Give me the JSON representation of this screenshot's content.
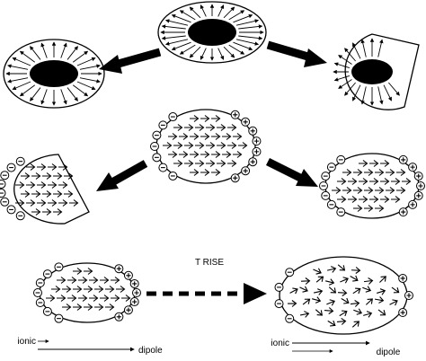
{
  "labels": {
    "t_rise": "T RISE",
    "ionic_left": "ionic",
    "dipole_left": "dipole",
    "ionic_right": "ionic",
    "dipole_right": "dipole"
  },
  "colors": {
    "ink": "#000000",
    "paper": "#ffffff"
  },
  "icons": {
    "plus_sign": "plus-charge-icon",
    "minus_sign": "minus-charge-icon",
    "polarization_arrow": "polarization-arrow-icon"
  }
}
